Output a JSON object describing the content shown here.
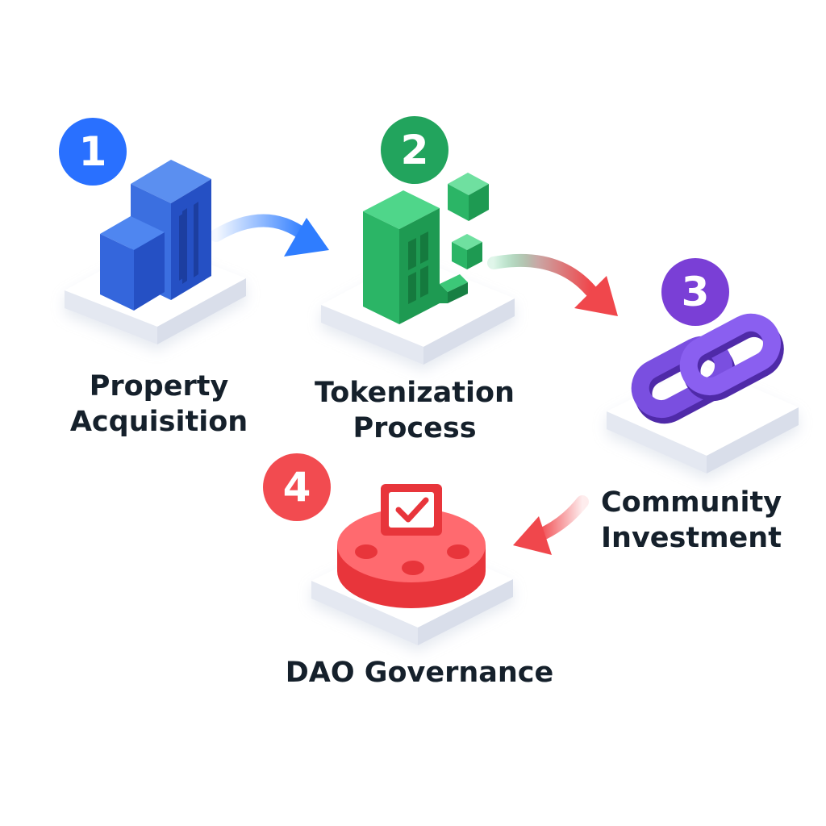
{
  "steps": [
    {
      "number": "1",
      "line1": "Property",
      "line2": "Acquisition",
      "color": "#2970ff",
      "icon": "buildings-icon"
    },
    {
      "number": "2",
      "line1": "Tokenization",
      "line2": "Process",
      "color": "#22a45d",
      "icon": "tokenized-building-icon"
    },
    {
      "number": "3",
      "line1": "Community",
      "line2": "Investment",
      "color": "#7a3fd6",
      "icon": "chain-link-icon"
    },
    {
      "number": "4",
      "line1": "DAO Governance",
      "line2": "",
      "color": "#f24b50",
      "icon": "voting-table-icon"
    }
  ],
  "colors": {
    "text": "#15202b",
    "platform": "#eef1f7",
    "arrow_blue": "#2f7dff",
    "arrow_red": "#f0474c"
  }
}
